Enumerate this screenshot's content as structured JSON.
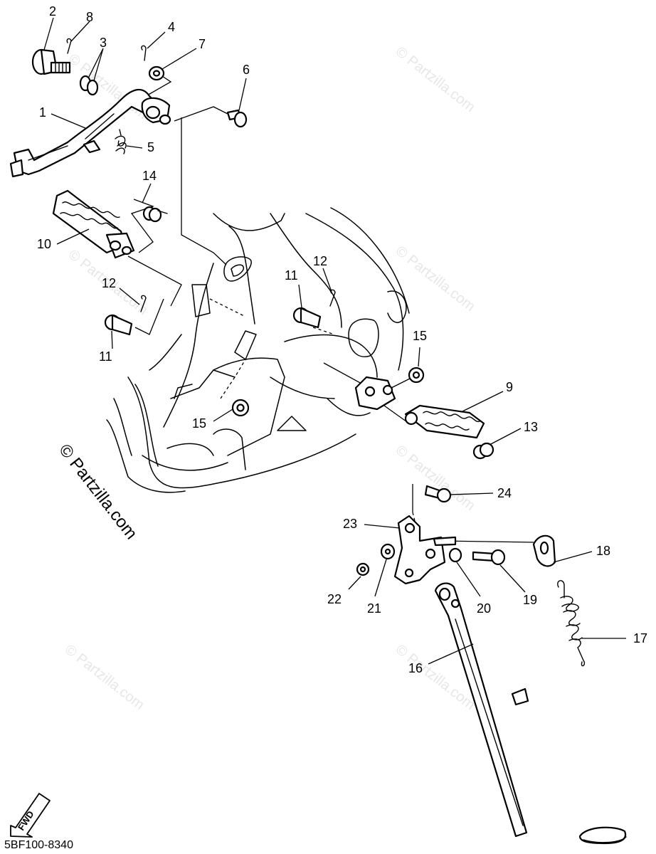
{
  "diagram": {
    "part_code": "5BF100-8340",
    "fwd_label": "FWD",
    "watermark": "© Partzilla.com",
    "callouts": {
      "c1": "1",
      "c2": "2",
      "c3": "3",
      "c4": "4",
      "c5": "5",
      "c6": "6",
      "c7": "7",
      "c8": "8",
      "c9": "9",
      "c10": "10",
      "c11a": "11",
      "c11b": "11",
      "c12a": "12",
      "c12b": "12",
      "c13": "13",
      "c14": "14",
      "c15a": "15",
      "c15b": "15",
      "c16": "16",
      "c17": "17",
      "c18": "18",
      "c19": "19",
      "c20": "20",
      "c21": "21",
      "c22": "22",
      "c23": "23",
      "c24": "24"
    },
    "parts": [
      "brake-pedal",
      "pivot-bolt",
      "o-ring",
      "cotter-pin",
      "return-spring",
      "clevis-pin",
      "plain-washer",
      "footrest-right",
      "footrest-left",
      "footrest-pin",
      "torsion-spring",
      "collar",
      "sidestand",
      "sidestand-spring",
      "sidestand-bracket"
    ]
  }
}
